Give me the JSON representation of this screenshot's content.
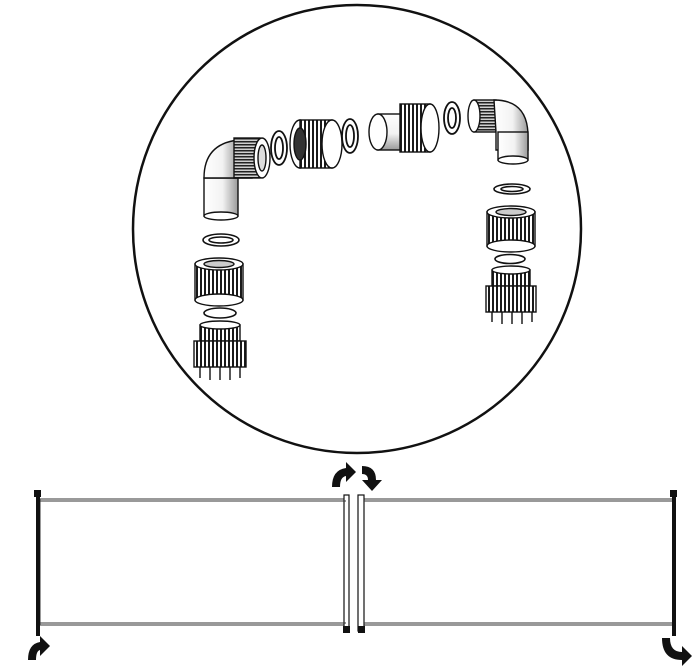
{
  "diagram": {
    "title": "",
    "description_labels": [],
    "colors": {
      "line": "#111111",
      "fill_light": "#ffffff",
      "fill_shade": "#bdbdbd",
      "fill_dark": "#2a2a2a"
    },
    "detail_view": {
      "shape": "circle",
      "parts": [
        "left-elbow",
        "left-elbow-ring",
        "left-union-nut",
        "left-threaded-fitting",
        "top-union-nut-left",
        "top-ring-left",
        "top-coupling",
        "top-union-nut-right",
        "top-ring-right",
        "right-elbow",
        "right-ring-upper",
        "right-union-nut",
        "right-ring-lower",
        "right-threaded-fitting"
      ]
    },
    "panels": [
      {
        "name": "left-panel",
        "arrows": [
          "rotate-up-left-arrow",
          "rotate-up-right-arrow"
        ]
      },
      {
        "name": "right-panel",
        "arrows": [
          "rotate-down-right-arrow-top",
          "rotate-down-right-arrow-bottom"
        ]
      }
    ]
  }
}
